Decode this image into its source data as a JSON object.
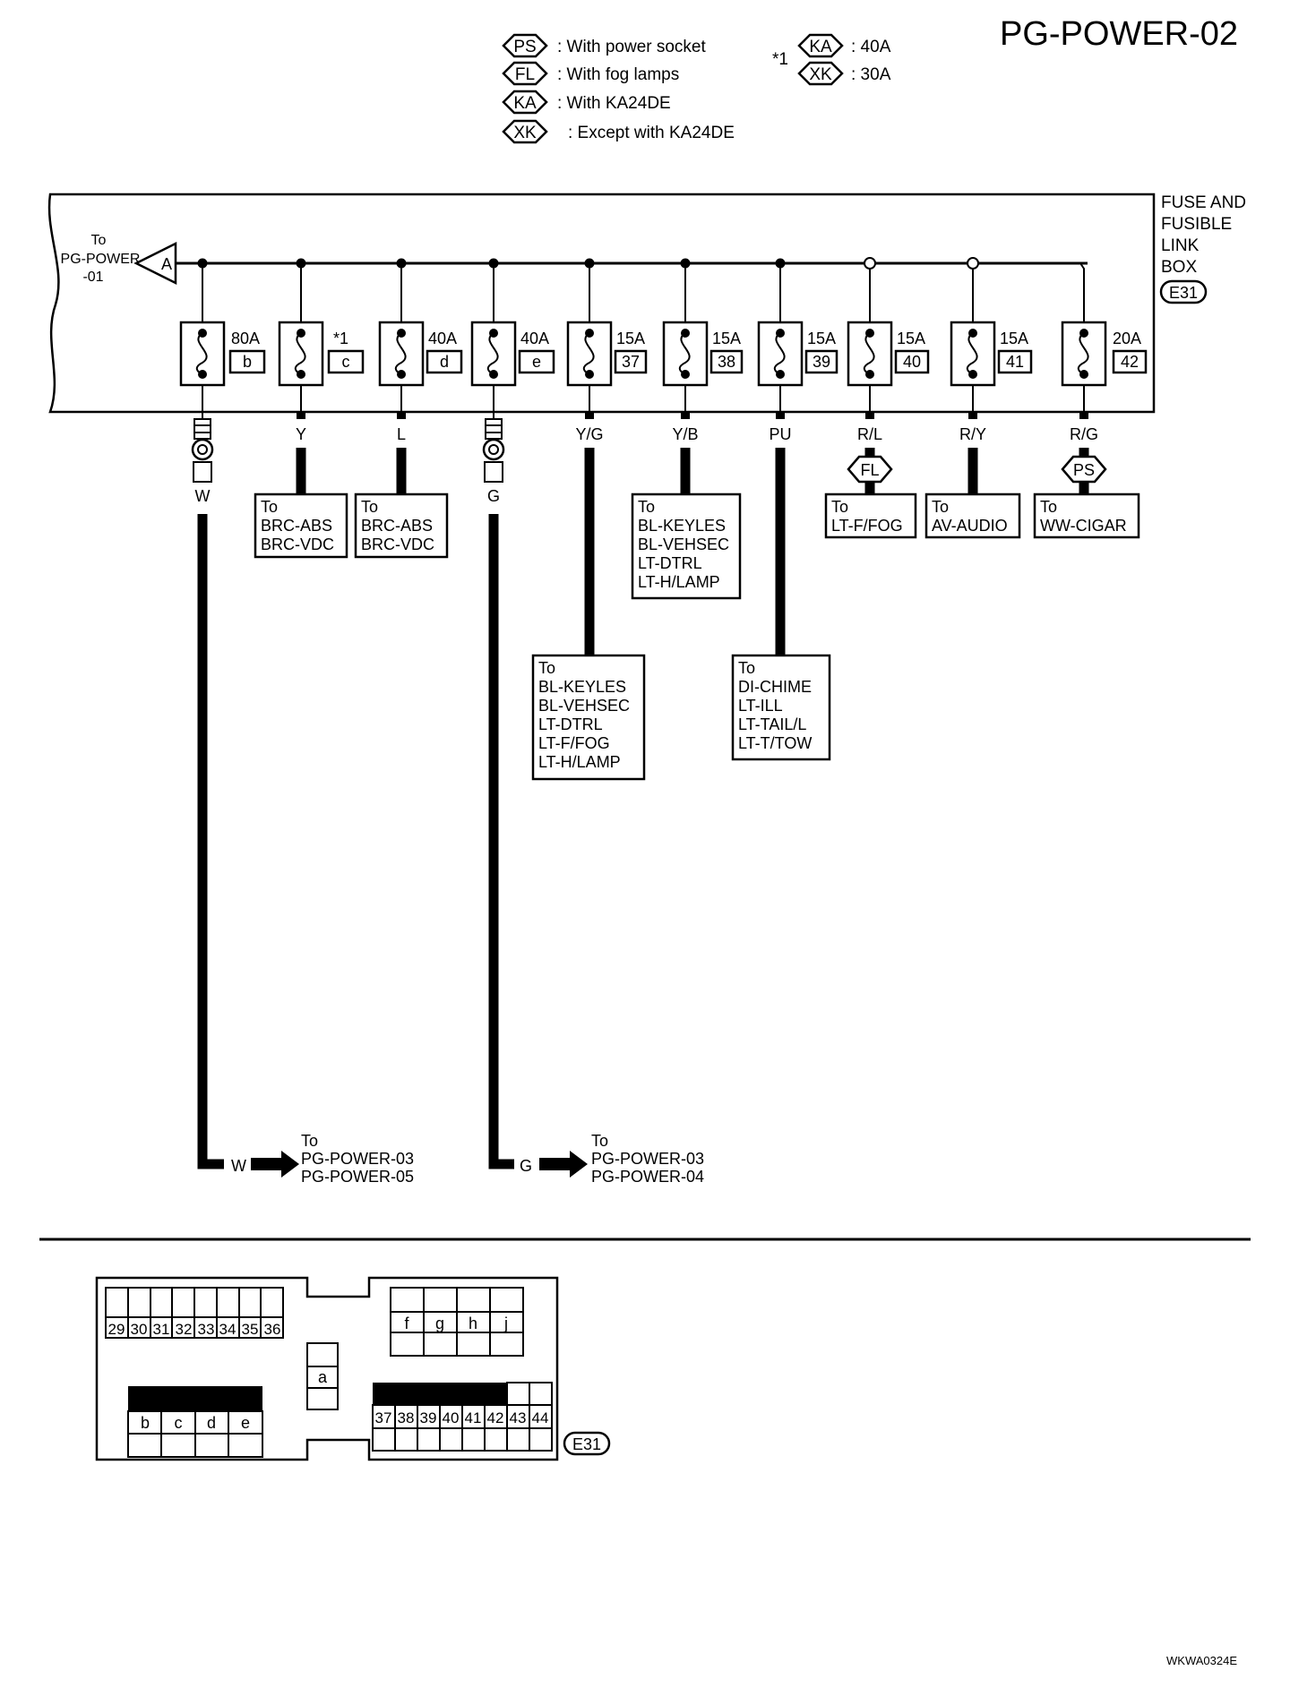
{
  "title": "PG-POWER-02",
  "footer_code": "WKWA0324E",
  "legend": [
    {
      "code": "PS",
      "text": ": With power socket"
    },
    {
      "code": "FL",
      "text": ": With fog lamps"
    },
    {
      "code": "KA",
      "text": ": With KA24DE"
    },
    {
      "code": "XK",
      "text": ": Except with KA24DE"
    }
  ],
  "note": {
    "mark": "*1",
    "items": [
      {
        "code": "KA",
        "text": ": 40A"
      },
      {
        "code": "XK",
        "text": ": 30A"
      }
    ]
  },
  "box_label": [
    "FUSE AND",
    "FUSIBLE",
    "LINK",
    "BOX"
  ],
  "connector_id": "E31",
  "source": {
    "lines": [
      "To",
      "PG-POWER",
      "-01"
    ],
    "connector": "A"
  },
  "fuses": [
    {
      "rating": "80A",
      "terminal": "b"
    },
    {
      "rating": "*1",
      "terminal": "c"
    },
    {
      "rating": "40A",
      "terminal": "d"
    },
    {
      "rating": "40A",
      "terminal": "e"
    },
    {
      "rating": "15A",
      "terminal": "37"
    },
    {
      "rating": "15A",
      "terminal": "38"
    },
    {
      "rating": "15A",
      "terminal": "39"
    },
    {
      "rating": "15A",
      "terminal": "40"
    },
    {
      "rating": "15A",
      "terminal": "41"
    },
    {
      "rating": "20A",
      "terminal": "42"
    }
  ],
  "wires": [
    "W",
    "Y",
    "L",
    "G",
    "Y/G",
    "Y/B",
    "PU",
    "R/L",
    "R/Y",
    "R/G"
  ],
  "wire_option_tags": {
    "fog": "FL",
    "socket": "PS"
  },
  "destinations": {
    "f1": {
      "wire": "W",
      "lines": [
        "To",
        "PG-POWER-03",
        "PG-POWER-05"
      ]
    },
    "f2": [
      "To",
      "BRC-ABS",
      "BRC-VDC"
    ],
    "f3": [
      "To",
      "BRC-ABS",
      "BRC-VDC"
    ],
    "f4": {
      "wire": "G",
      "lines": [
        "To",
        "PG-POWER-03",
        "PG-POWER-04"
      ]
    },
    "f5": [
      "To",
      "BL-KEYLES",
      "BL-VEHSEC",
      "LT-DTRL",
      "LT-F/FOG",
      "LT-H/LAMP"
    ],
    "f6": [
      "To",
      "BL-KEYLES",
      "BL-VEHSEC",
      "LT-DTRL",
      "LT-H/LAMP"
    ],
    "f7": [
      "To",
      "DI-CHIME",
      "LT-ILL",
      "LT-TAIL/L",
      "LT-T/TOW"
    ],
    "f8": [
      "To",
      "LT-F/FOG"
    ],
    "f9": [
      "To",
      "AV-AUDIO"
    ],
    "f10": [
      "To",
      "WW-CIGAR"
    ]
  },
  "connector_face": {
    "row_left": [
      "29",
      "30",
      "31",
      "32",
      "33",
      "34",
      "35",
      "36"
    ],
    "row_upper_right": [
      "f",
      "g",
      "h",
      "j"
    ],
    "center": "a",
    "row_lower_left": [
      "b",
      "c",
      "d",
      "e"
    ],
    "row_lower_right": [
      "37",
      "38",
      "39",
      "40",
      "41",
      "42",
      "43",
      "44"
    ],
    "id": "E31"
  }
}
